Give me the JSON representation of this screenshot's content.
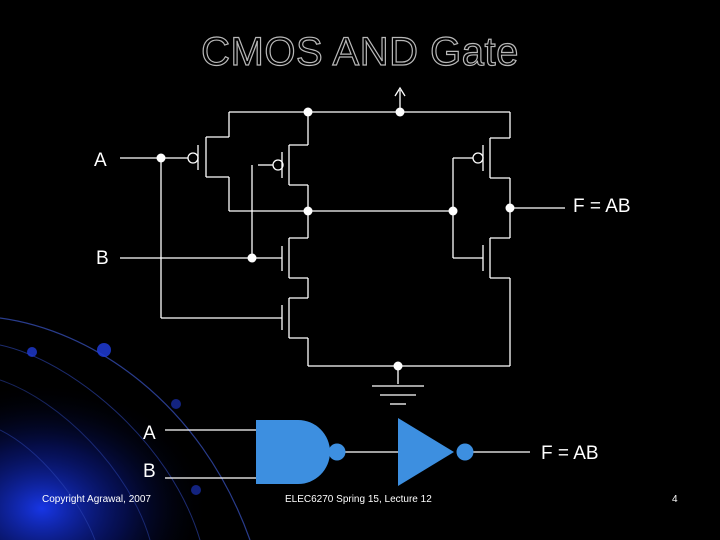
{
  "title": "CMOS AND Gate",
  "circuit": {
    "input_a": "A",
    "input_b": "B",
    "output": "F = AB"
  },
  "logic_diagram": {
    "input_a": "A",
    "input_b": "B",
    "output": "F = AB"
  },
  "footer": {
    "copyright": "Copyright Agrawal, 2007",
    "course": "ELEC6270 Spring 15, Lecture 12",
    "page_number": "4"
  },
  "colors": {
    "background": "#000000",
    "accent_blue": "#2a6fd6",
    "gate_fill": "#3d8fe0",
    "wire": "#ffffff"
  }
}
